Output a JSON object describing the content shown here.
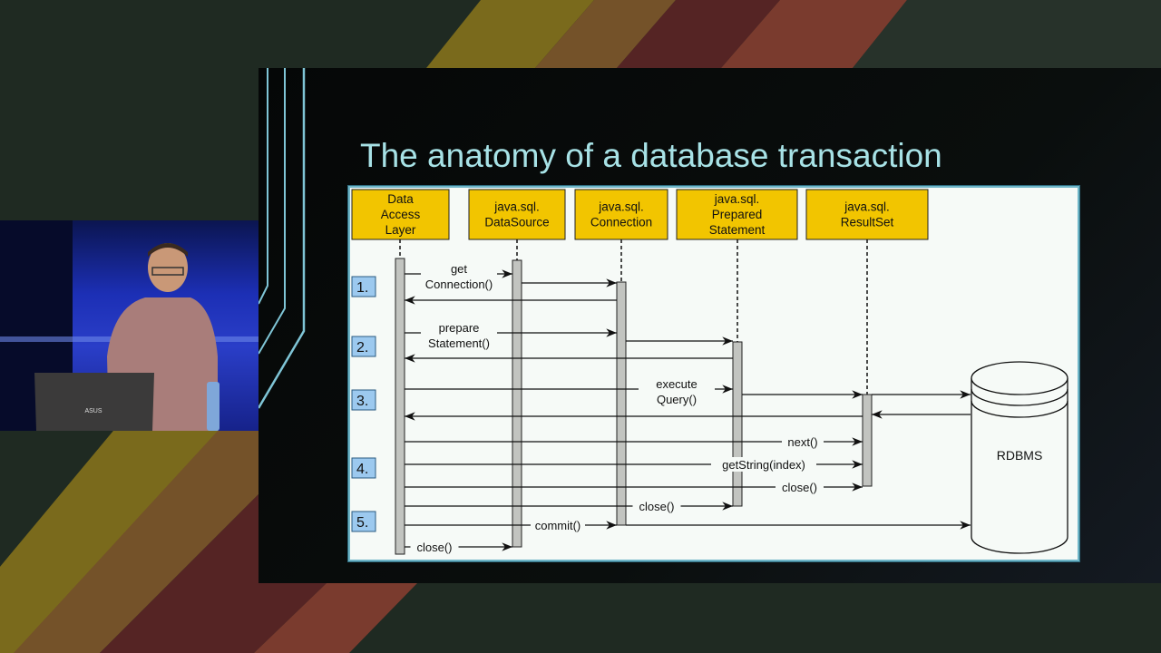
{
  "slide": {
    "title": "The anatomy of a database transaction"
  },
  "colors": {
    "background": "#1f2a22",
    "stripe_olive": "#7a6a1c",
    "stripe_brown": "#745229",
    "stripe_maroon": "#552424",
    "stripe_rust": "#7a3b2e",
    "title": "#a7e2e6",
    "accent_lines": "#7fc5d6",
    "lifeline_header": "#f2c500",
    "step_badge": "#9cc9ef",
    "activation_bar": "#c2c4c0"
  },
  "diagram": {
    "lifelines": [
      {
        "id": "dal",
        "lines": [
          "Data",
          "Access",
          "Layer"
        ]
      },
      {
        "id": "ds",
        "lines": [
          "java.sql.",
          "DataSource"
        ]
      },
      {
        "id": "conn",
        "lines": [
          "java.sql.",
          "Connection"
        ]
      },
      {
        "id": "ps",
        "lines": [
          "java.sql.",
          "Prepared",
          "Statement"
        ]
      },
      {
        "id": "rs",
        "lines": [
          "java.sql.",
          "ResultSet"
        ]
      }
    ],
    "database": {
      "label": "RDBMS"
    },
    "steps": [
      "1.",
      "2.",
      "3.",
      "4.",
      "5."
    ],
    "messages": [
      {
        "from": "dal",
        "to": "ds",
        "label": [
          "get",
          "Connection()"
        ]
      },
      {
        "from": "ds",
        "to": "conn",
        "label": []
      },
      {
        "from": "conn",
        "to": "dal",
        "label": [],
        "return": true
      },
      {
        "from": "dal",
        "to": "conn",
        "label": [
          "prepare",
          "Statement()"
        ]
      },
      {
        "from": "conn",
        "to": "ps",
        "label": []
      },
      {
        "from": "ps",
        "to": "dal",
        "label": [],
        "return": true
      },
      {
        "from": "dal",
        "to": "ps",
        "label": [
          "execute",
          "Query()"
        ]
      },
      {
        "from": "ps",
        "to": "rs",
        "label": []
      },
      {
        "from": "rs",
        "to": "db",
        "label": []
      },
      {
        "from": "db",
        "to": "rs",
        "label": [],
        "return": true
      },
      {
        "from": "rs",
        "to": "dal",
        "label": [],
        "return": true
      },
      {
        "from": "dal",
        "to": "rs",
        "label": [
          "next()"
        ]
      },
      {
        "from": "dal",
        "to": "rs",
        "label": [
          "getString(index)"
        ]
      },
      {
        "from": "dal",
        "to": "rs",
        "label": [
          "close()"
        ]
      },
      {
        "from": "dal",
        "to": "ps",
        "label": [
          "close()"
        ]
      },
      {
        "from": "dal",
        "to": "conn",
        "label": [
          "commit()"
        ]
      },
      {
        "from": "conn",
        "to": "db",
        "label": []
      },
      {
        "from": "dal",
        "to": "ds",
        "label": [
          "close()"
        ]
      }
    ]
  }
}
